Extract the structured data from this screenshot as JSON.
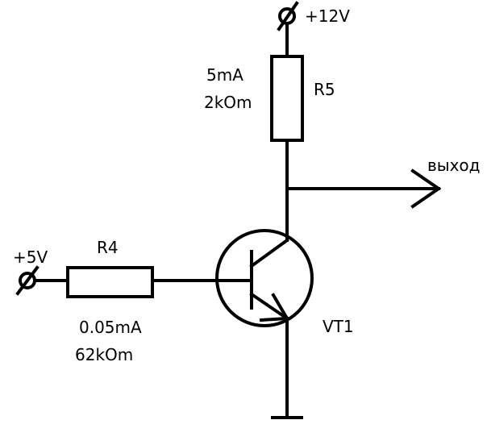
{
  "supply": {
    "label": "+12V"
  },
  "input": {
    "label": "+5V"
  },
  "output": {
    "label": "выход"
  },
  "collector_resistor": {
    "name": "R5",
    "current": "5mA",
    "resistance": "2kOm"
  },
  "base_resistor": {
    "name": "R4",
    "current": "0.05mA",
    "resistance": "62kOm"
  },
  "transistor": {
    "name": "VT1"
  }
}
